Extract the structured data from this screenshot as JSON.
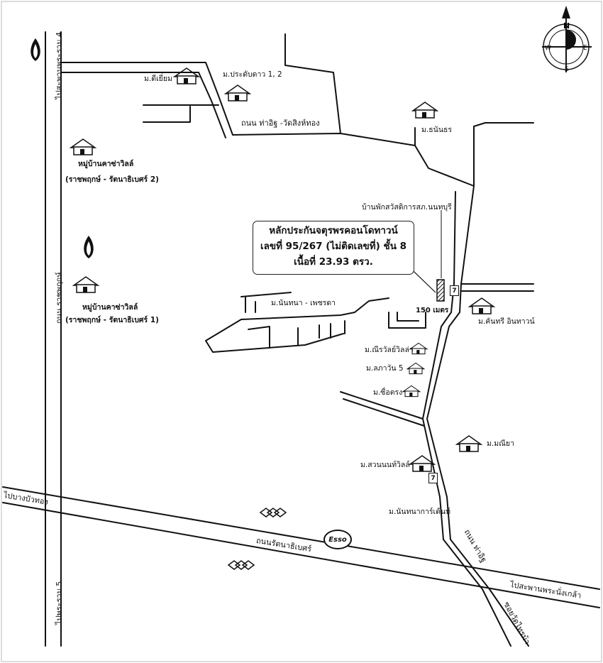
{
  "compass": {
    "n": "N",
    "s": "S",
    "e": "E",
    "w": "W"
  },
  "roads": {
    "top_road": "ถนน ท่าอิฐ -วัดสิงห์ทอง",
    "left_top": "ไปสะพานพระราม 4",
    "left_mid": "ถนน ราชพฤกษ์",
    "left_bottom": "ไปพระราม 5",
    "west_to": "ไปบางบัวทอง",
    "main_road": "ถนนรัตนาธิเบศร์",
    "tha_it": "ถนน ท่าอิฐ",
    "east_to": "ไปสะพานพระนั่งเกล้า",
    "soi": "ซอยวัดไทรม้า"
  },
  "villages": {
    "dee_yiam": "ม.ดีเยี่ยม",
    "pradap_dao": "ม.ประดับดาว 1, 2",
    "thanathorn": "ม.ธนันธร",
    "casa1_line1": "หมู่บ้านคาซ่าวิลล์",
    "casa1_line2": "(ราชพฤกษ์ - รัตนาธิเบศร์ 2)",
    "casa2_line1": "หมู่บ้านคาซ่าวิลล์",
    "casa2_line2": "(ราชพฤกษ์ - รัตนาธิเบศร์ 1)",
    "nonthana": "ม.นันทนา - เพชรดา",
    "kantree": "ม.คันทรี อินทาวน์",
    "maneerat": "ม.ณีรวัลย์วิลล่า",
    "lapawan": "ม.ลภาวัน 5",
    "suetrong": "ม.ซื่อตรง",
    "maneeya": "ม.มณียา",
    "suannon": "ม.สวนนนท์วิลล์",
    "nonthana_garden": "ม.นันทนาการ์เด้นท์"
  },
  "welfare": "บ้านพักสวัสดิการสภ.นนทบุรี",
  "distance": "150 เมตร",
  "callout": {
    "line1": "หลักประกันจตุรพรคอนโดทาวน์",
    "line2": "เลขที่ 95/267 (ไม่ติดเลขที่)  ชั้น 8",
    "line3": "เนื้อที่ 23.93 ตรว."
  },
  "esso": "Esso",
  "seven": "7"
}
